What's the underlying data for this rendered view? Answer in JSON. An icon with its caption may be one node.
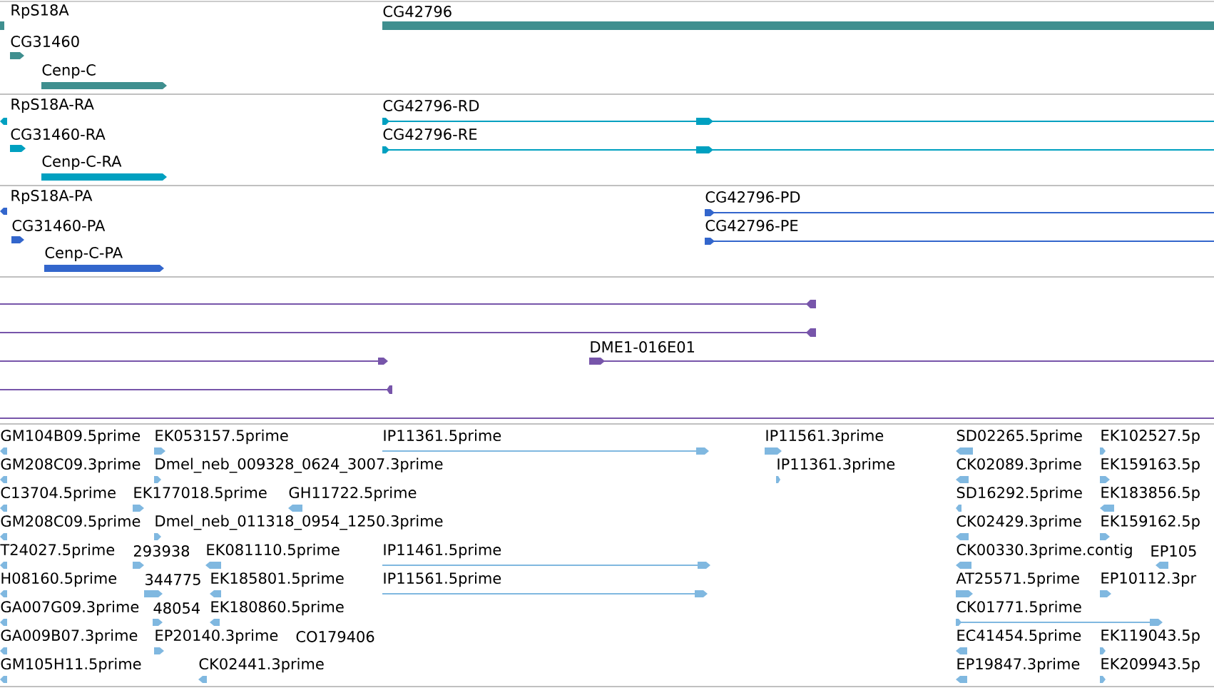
{
  "diagram": {
    "labels": [
      "RpS18A",
      "CG42796",
      "CG31460",
      "Cenp-C",
      "RpS18A-RA",
      "CG42796-RD",
      "CG31460-RA",
      "CG42796-RE",
      "Cenp-C-RA",
      "RpS18A-PA",
      "CG42796-PD",
      "CG31460-PA",
      "CG42796-PE",
      "Cenp-C-PA",
      "DME1-016E01",
      "GM104B09.5prime",
      "EK053157.5prime",
      "IP11361.5prime",
      "IP11561.3prime",
      "SD02265.5prime",
      "EK102527.5p",
      "GM208C09.3prime",
      "Dmel_neb_009328_0624_3007.3prime",
      "IP11361.3prime",
      "CK02089.3prime",
      "EK159163.5p",
      "C13704.5prime",
      "EK177018.5prime",
      "GH11722.5prime",
      "SD16292.5prime",
      "EK183856.5p",
      "GM208C09.5prime",
      "Dmel_neb_011318_0954_1250.3prime",
      "CK02429.3prime",
      "EK159162.5p",
      "T24027.5prime",
      "293938",
      "EK081110.5prime",
      "IP11461.5prime",
      "CK00330.3prime.contig",
      "EP105",
      "H08160.5prime",
      "344775",
      "EK185801.5prime",
      "IP11561.5prime",
      "AT25571.5prime",
      "EP10112.3pr",
      "GA007G09.3prime",
      "48054",
      "EK180860.5prime",
      "CK01771.5prime",
      "GA009B07.3prime",
      "EP20140.3prime",
      "CO179406",
      "EC41454.5prime",
      "EK119043.5p",
      "GM105H11.5prime",
      "CK02441.3prime",
      "EP19847.3prime",
      "EK209943.5p"
    ]
  }
}
